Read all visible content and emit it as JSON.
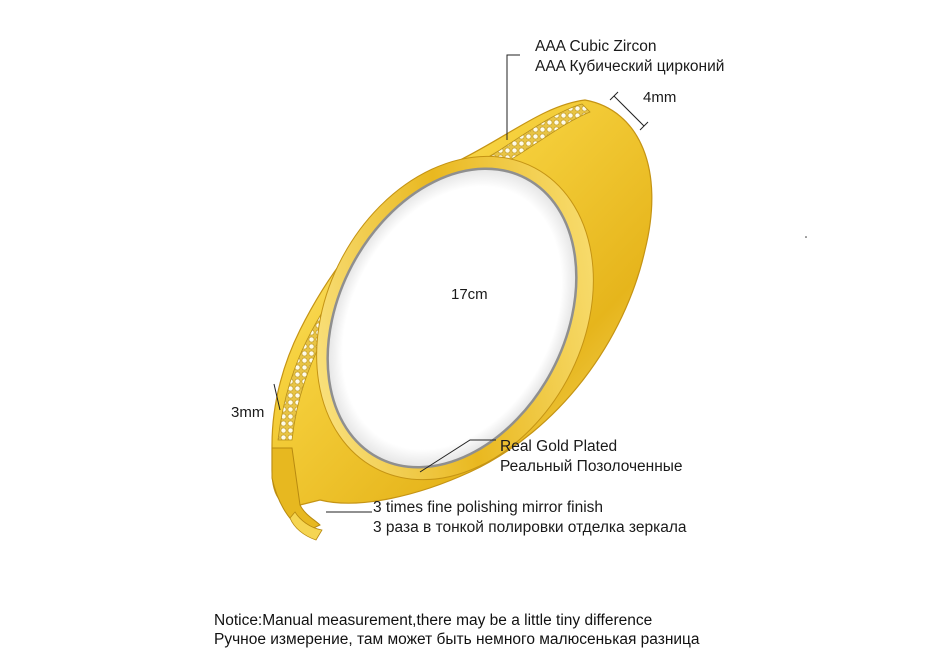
{
  "callouts": {
    "zircon": {
      "en": "AAA Cubic Zircon",
      "ru": "AAA Кубический цирконий"
    },
    "gold": {
      "en": "Real Gold Plated",
      "ru": "Реальный Позолоченные"
    },
    "polish": {
      "en": "3 times fine polishing mirror finish",
      "ru": "3 раза в тонкой полировки отделка зеркала"
    }
  },
  "dimensions": {
    "width_top": "4mm",
    "diameter": "17cm",
    "width_side": "3mm"
  },
  "notice": {
    "en": "Notice:Manual measurement,there may be a little tiny difference",
    "ru": "Ручное измерение, там может быть немного малюсенькая разница"
  },
  "colors": {
    "gold_light": "#fff3a6",
    "gold_mid": "#f1c52a",
    "gold_dark": "#c89a12",
    "inner_shadow": "#8f8f8f",
    "stone": "#fbf6d8"
  }
}
